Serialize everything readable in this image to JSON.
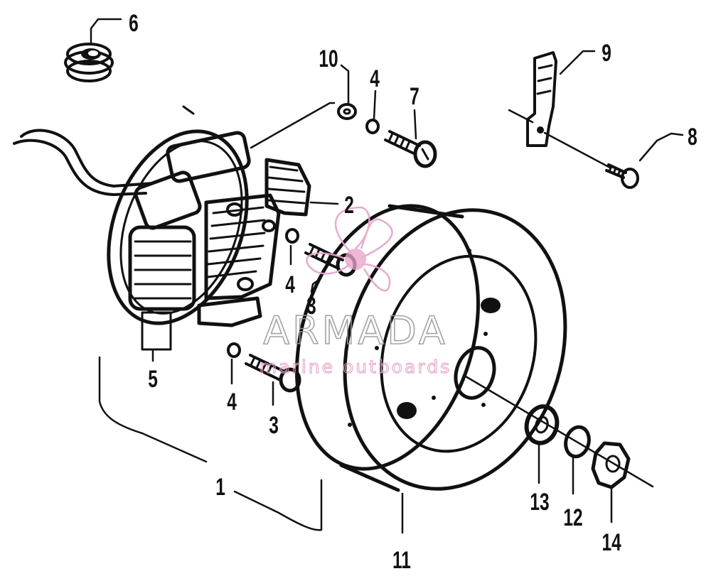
{
  "colors": {
    "ink": "#111111",
    "paper": "#ffffff",
    "watermark_title": "#9a9a9a",
    "watermark_accent": "#e6a2c8",
    "watermark_sub": "#e6a2c8"
  },
  "callouts": [
    {
      "id": "c6",
      "text": "6"
    },
    {
      "id": "c10",
      "text": "10"
    },
    {
      "id": "c4a",
      "text": "4"
    },
    {
      "id": "c7",
      "text": "7"
    },
    {
      "id": "c9",
      "text": "9"
    },
    {
      "id": "c8",
      "text": "8"
    },
    {
      "id": "c2",
      "text": "2"
    },
    {
      "id": "c4b",
      "text": "4"
    },
    {
      "id": "c3a",
      "text": "3"
    },
    {
      "id": "c5",
      "text": "5"
    },
    {
      "id": "c4c",
      "text": "4"
    },
    {
      "id": "c3b",
      "text": "3"
    },
    {
      "id": "c1",
      "text": "1"
    },
    {
      "id": "c11",
      "text": "11"
    },
    {
      "id": "c13",
      "text": "13"
    },
    {
      "id": "c12",
      "text": "12"
    },
    {
      "id": "c14",
      "text": "14"
    }
  ],
  "watermark": {
    "title": "ARMADA",
    "subtitle": "marine outboards",
    "logo_icon": "propeller-icon"
  }
}
